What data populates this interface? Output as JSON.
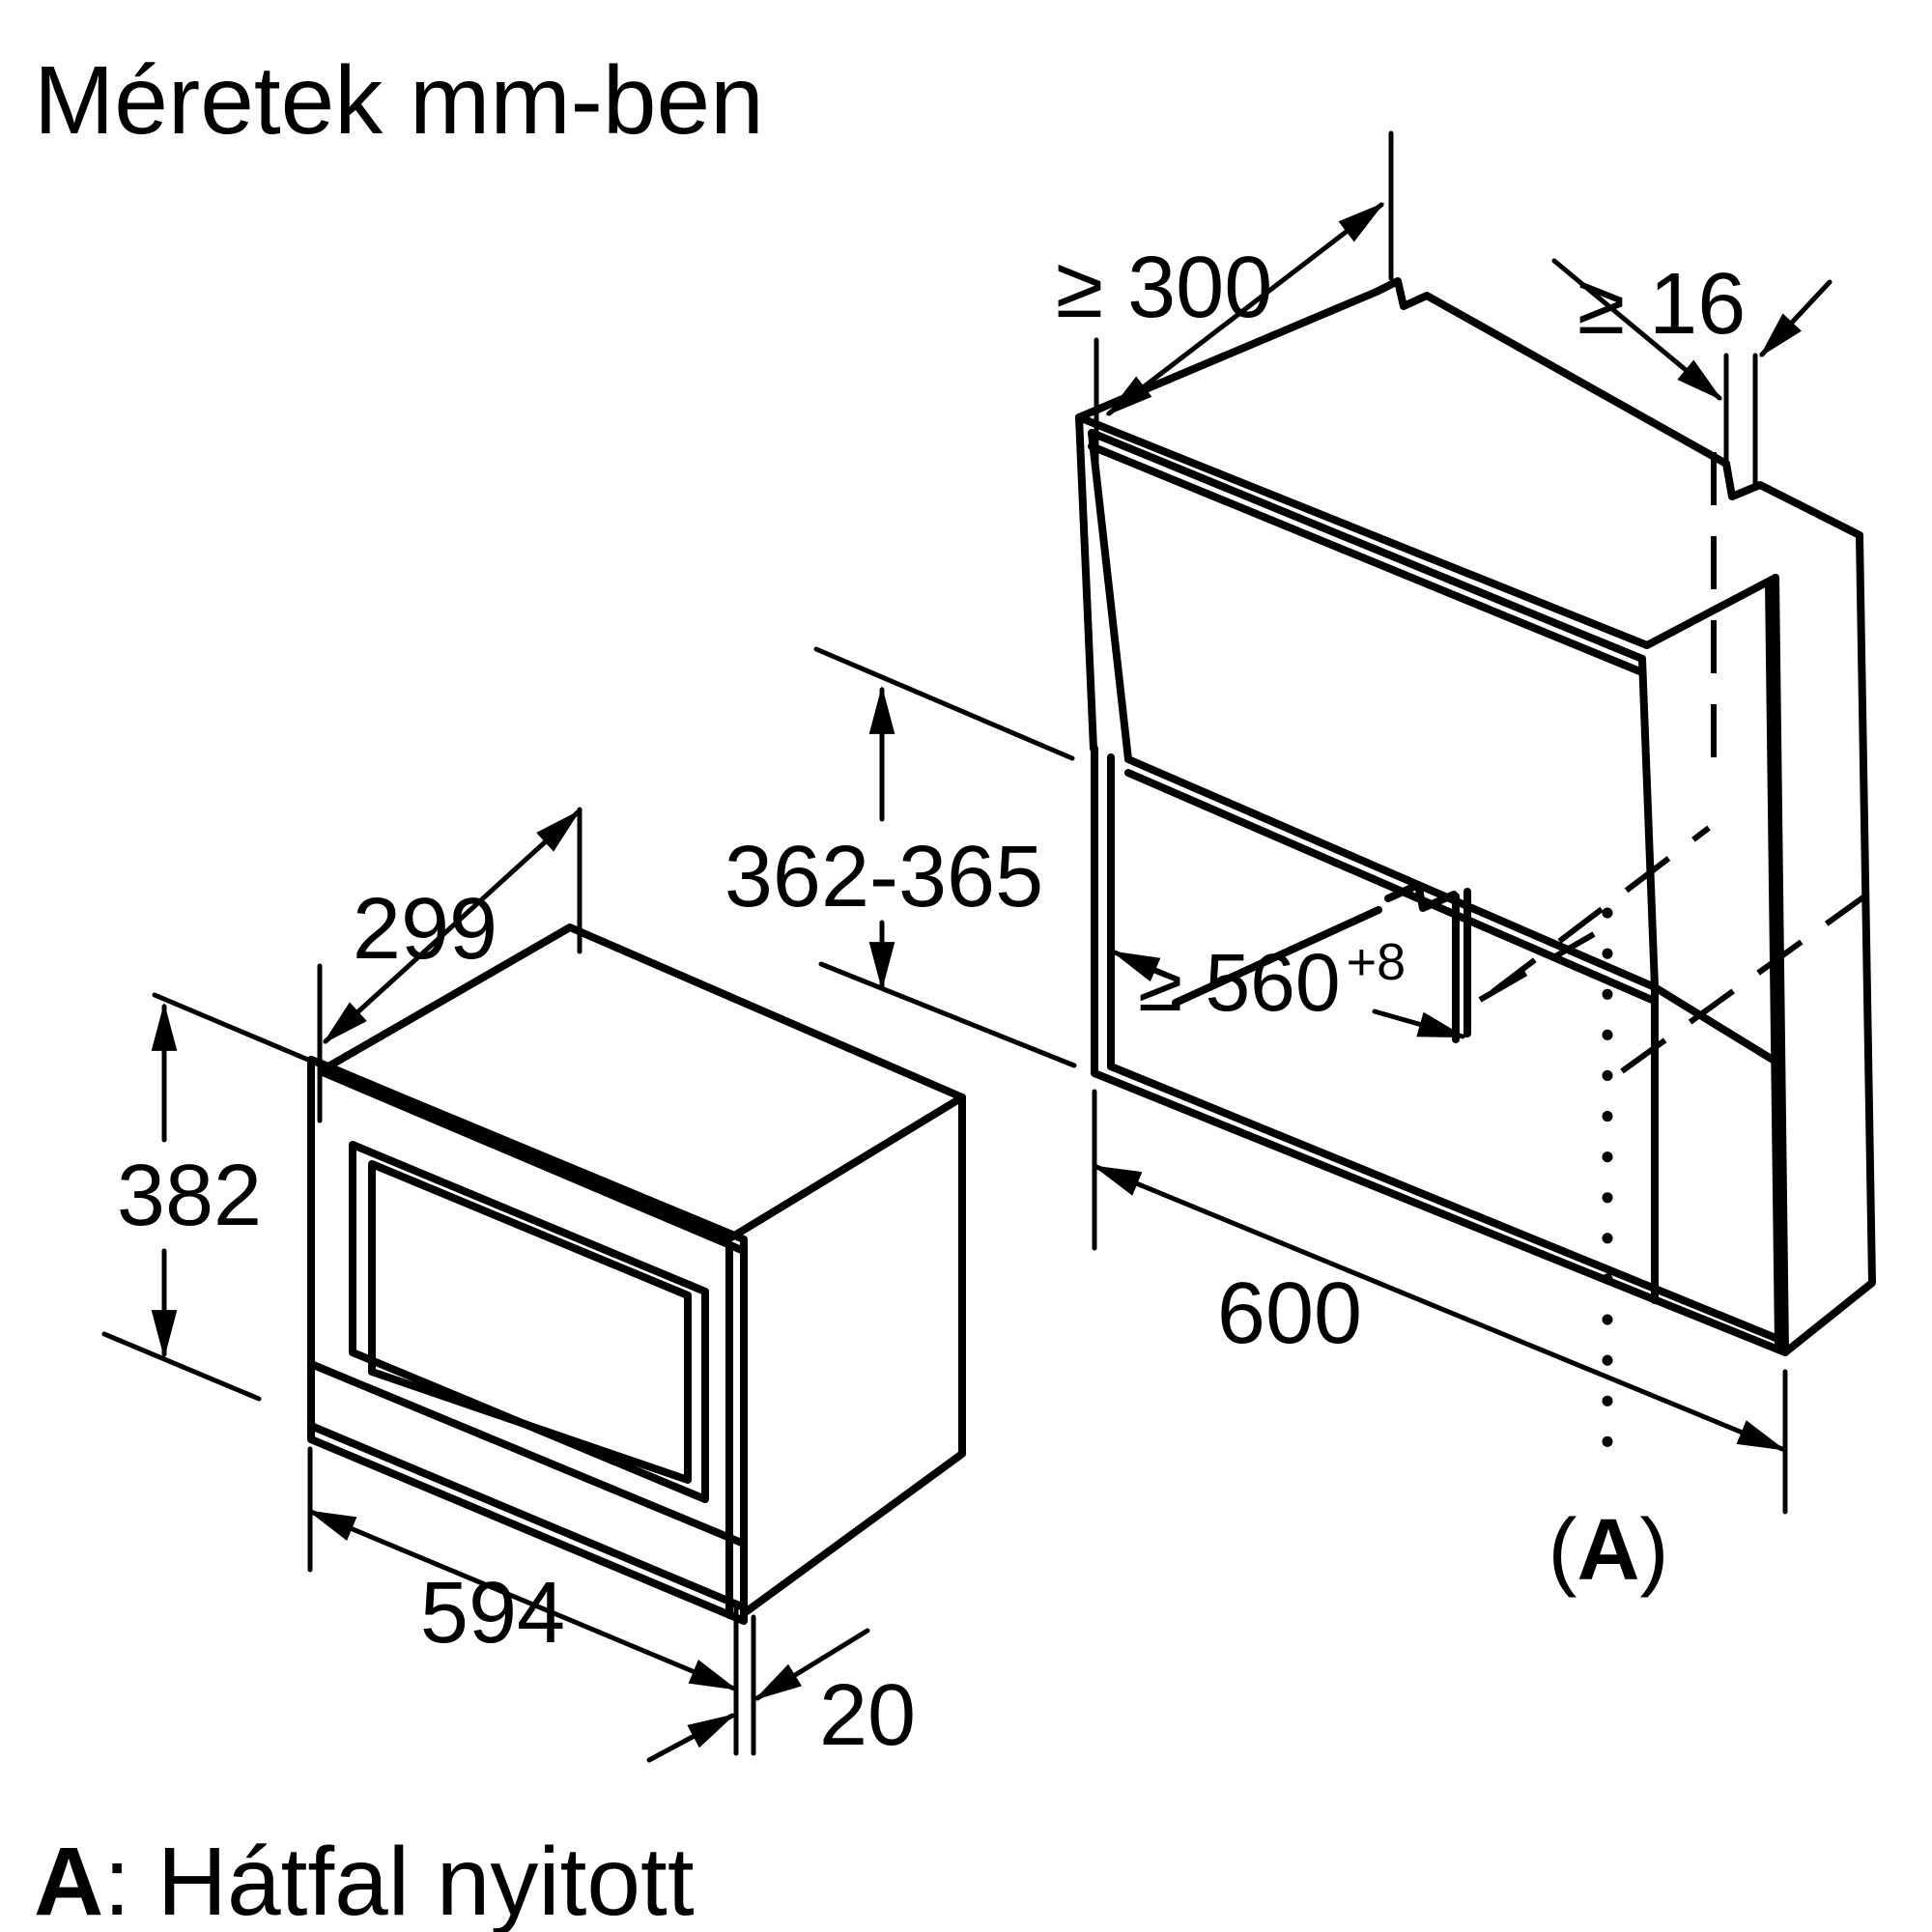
{
  "title": "Méretek mm-ben",
  "note": {
    "key": "A",
    "text": ": Hátfal nyitott"
  },
  "figure_label": {
    "open": "(",
    "letter": "A",
    "close": ")"
  },
  "dimensions": {
    "top_clearance_depth": "≥ 300",
    "side_panel_thickness": "≥ 16",
    "niche_height": "362-365",
    "niche_width": "≥ 560",
    "niche_width_tolerance": "+8",
    "cabinet_depth": "600",
    "device_depth": "299",
    "device_height": "382",
    "device_width": "594",
    "frame_overhang": "20"
  }
}
